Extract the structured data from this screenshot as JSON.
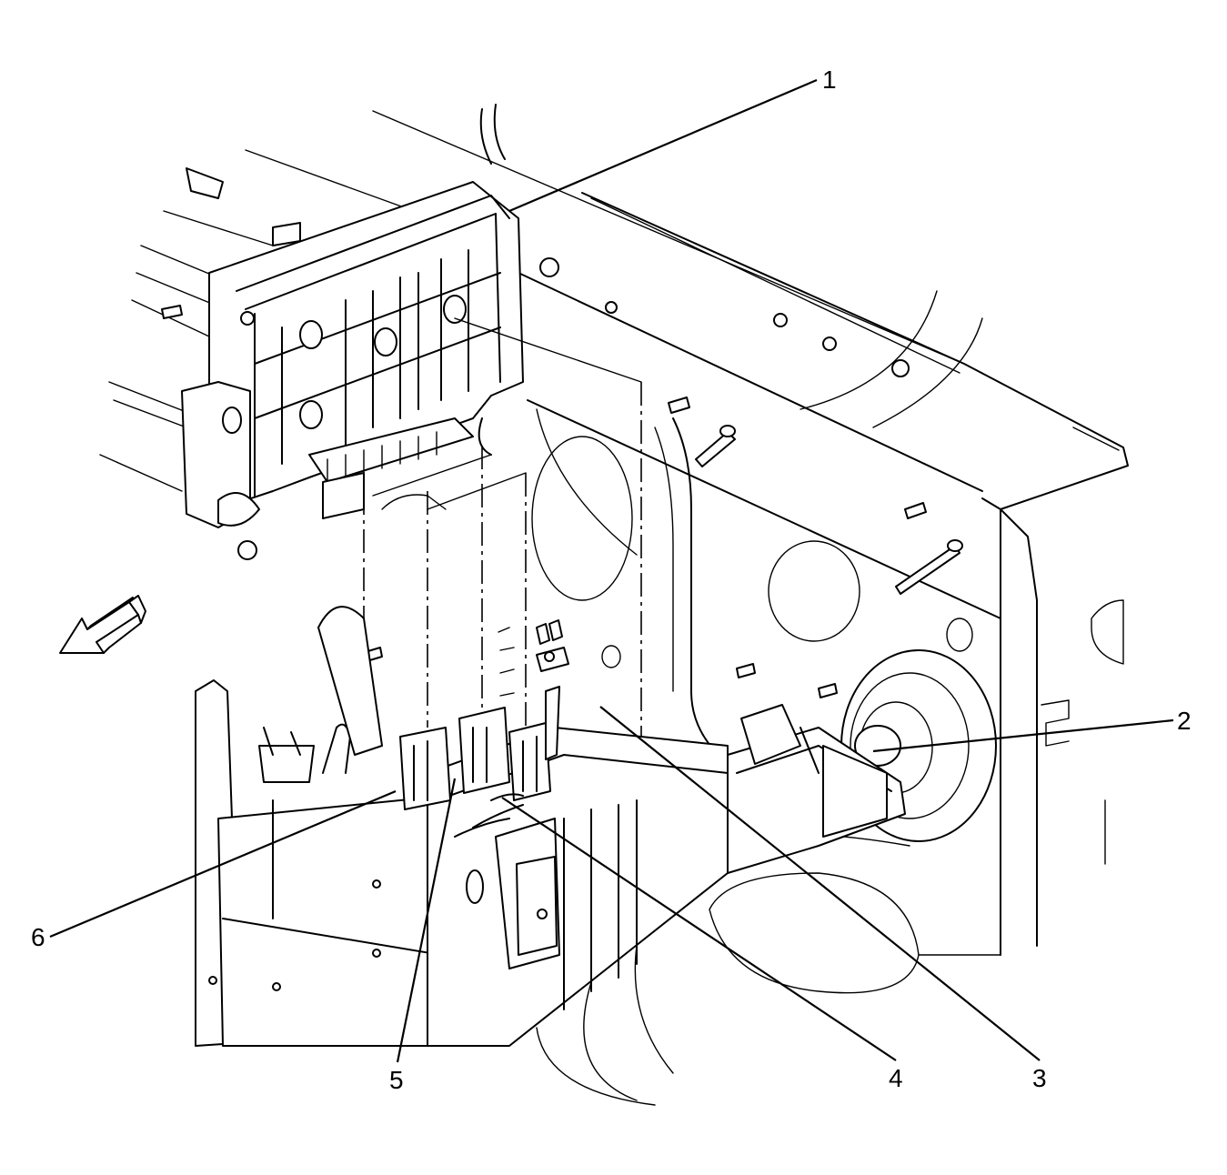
{
  "callouts": [
    {
      "id": "1",
      "label": "1"
    },
    {
      "id": "2",
      "label": "2"
    },
    {
      "id": "3",
      "label": "3"
    },
    {
      "id": "4",
      "label": "4"
    },
    {
      "id": "5",
      "label": "5"
    },
    {
      "id": "6",
      "label": "6"
    }
  ],
  "icons": {
    "direction_arrow": "front-direction-arrow-icon"
  },
  "colors": {
    "line": "#000000",
    "background": "#ffffff"
  }
}
